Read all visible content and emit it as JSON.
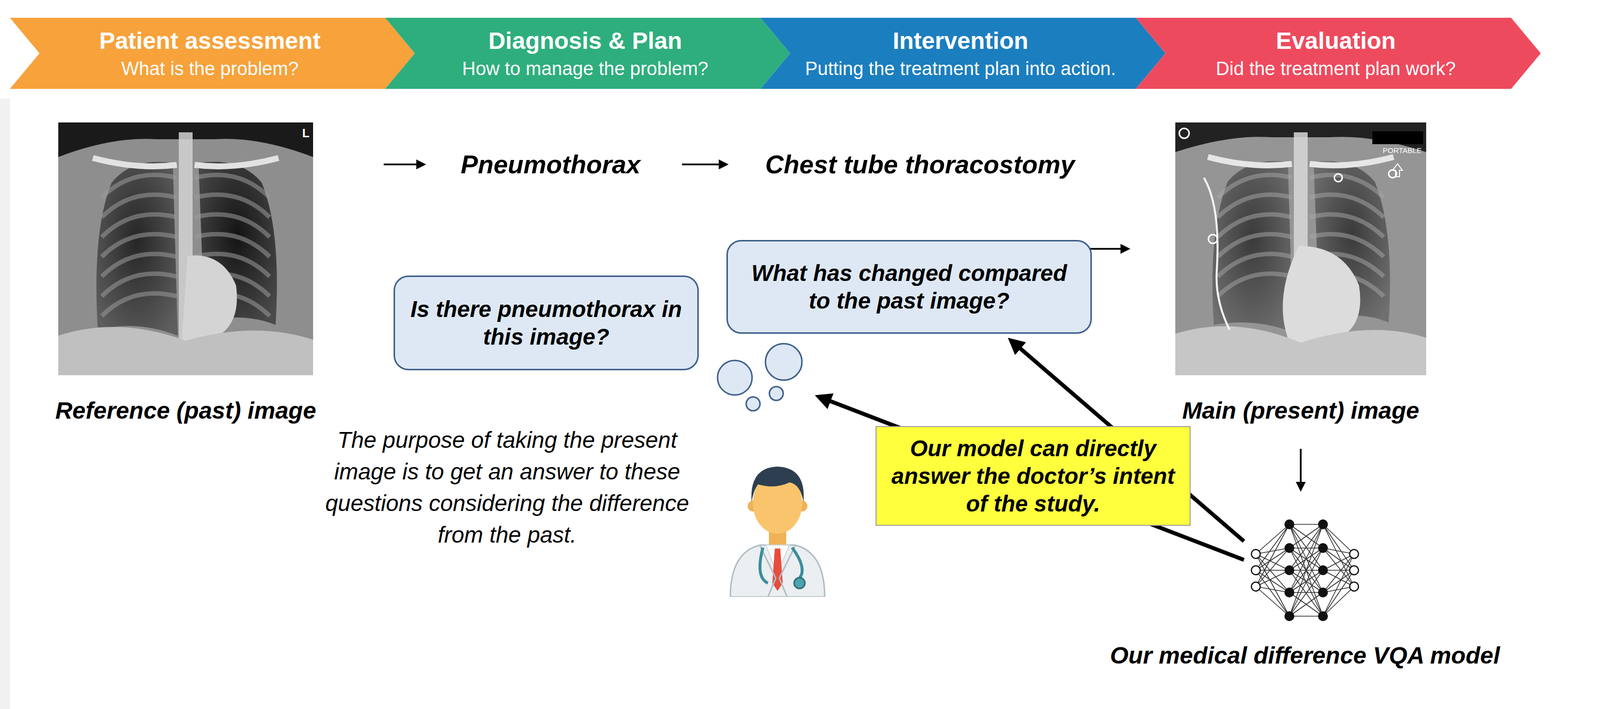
{
  "diagram": {
    "nodes": [
      {
        "text": [
          "Patient assessment",
          "What is the problem?"
        ]
      },
      {
        "text": [
          "Diagnosis & Plan",
          "How to manage the problem?"
        ]
      },
      {
        "text": [
          "Intervention",
          "Putting the treatment plan into action."
        ]
      },
      {
        "text": [
          "Evaluation",
          "Did the treatment plan work?"
        ]
      },
      {
        "text": [
          "Reference (past) image"
        ]
      },
      {
        "text": [
          "Pneumothorax"
        ]
      },
      {
        "text": [
          "Chest tube thoracostomy"
        ]
      },
      {
        "text": [
          "Main (present) image"
        ]
      },
      {
        "text": [
          "Is there pneumothorax in this image?"
        ]
      },
      {
        "text": [
          "What has changed compared to the past image?"
        ]
      },
      {
        "text": [
          "Our model can directly answer the doctor’s intent of the study."
        ]
      },
      {
        "text": [
          "Our medical difference VQA model"
        ]
      }
    ],
    "edges": [
      {
        "from": 4,
        "to": 5,
        "arrow": "to"
      },
      {
        "from": 5,
        "to": 6,
        "arrow": "to"
      },
      {
        "from": 6,
        "to": 7,
        "arrow": "to"
      },
      {
        "from": 7,
        "to": 11,
        "arrow": "to"
      },
      {
        "from": 11,
        "to": 9,
        "arrow": "to"
      },
      {
        "from": 11,
        "to": 8,
        "arrow": "to"
      }
    ],
    "labels": [
      "The purpose of taking the present image is to get an answer to these questions considering the difference from the past.",
      "L",
      "PORTABLE"
    ]
  }
}
